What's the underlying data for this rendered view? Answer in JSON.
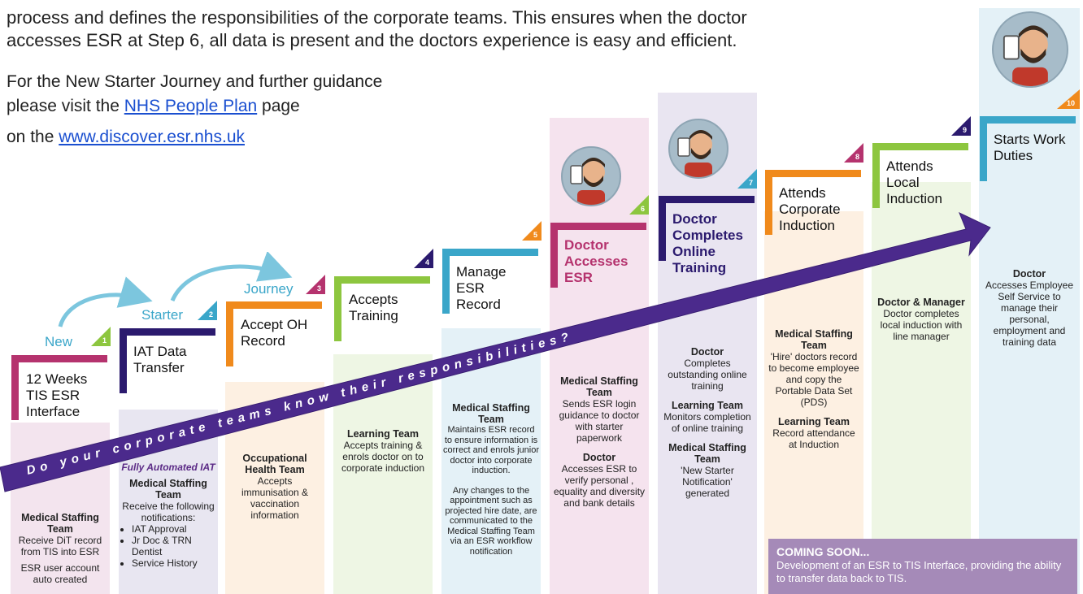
{
  "intro": {
    "line1": "process and defines the responsibilities of the corporate teams. This ensures when the doctor",
    "line2": "accesses ESR at Step 6, all data is present and the doctors experience is easy and efficient.",
    "line3": "For the New Starter Journey and further guidance",
    "line4_pre": "please visit the ",
    "link1": "NHS People Plan",
    "line4_post": " page",
    "line5_pre": "on the ",
    "link2": "www.discover.esr.nhs.uk"
  },
  "journey": {
    "w1": "New",
    "w2": "Starter",
    "w3": "Journey"
  },
  "banner": "Do your corporate teams know their responsibilities?",
  "colors": {
    "pink": "#b5336e",
    "navy": "#2b1a6e",
    "orange": "#f08a1c",
    "green": "#8dc63f",
    "teal": "#3aa6c9",
    "purple": "#5b2a86",
    "arrow": "#4b2a8c"
  },
  "steps": [
    {
      "num": "1",
      "title": "12 Weeks TIS ESR Interface",
      "team1": "Medical Staffing Team",
      "text1": "Receive DiT record from TIS into ESR",
      "text2": "ESR user account auto created"
    },
    {
      "num": "2",
      "title": "IAT Data Transfer",
      "note": "Fully Automated IAT",
      "team1": "Medical Staffing Team",
      "text1": "Receive the following notifications:",
      "bullets": [
        "IAT Approval",
        "Jr Doc & TRN Dentist",
        "Service History"
      ]
    },
    {
      "num": "3",
      "title": "Accept OH Record",
      "team1": "Occupational Health Team",
      "text1": "Accepts immunisation & vaccination information"
    },
    {
      "num": "4",
      "title": "Accepts Training",
      "team1": "Learning Team",
      "text1": "Accepts training & enrols doctor on to corporate induction"
    },
    {
      "num": "5",
      "title": "Manage ESR Record",
      "team1": "Medical Staffing Team",
      "text1": "Maintains ESR record to ensure information is correct and enrols junior doctor into corporate induction.",
      "text2": "Any changes to the appointment such as projected hire date, are communicated to the Medical Staffing Team via an ESR workflow notification"
    },
    {
      "num": "6",
      "title": "Doctor Accesses ESR",
      "team1": "Medical Staffing Team",
      "text1": "Sends ESR login guidance to doctor with starter paperwork",
      "team2": "Doctor",
      "text2": "Accesses ESR to verify personal , equality and diversity and bank details"
    },
    {
      "num": "7",
      "title": "Doctor Completes Online Training",
      "team1": "Doctor",
      "text1": "Completes outstanding online training",
      "team2": "Learning Team",
      "text2": "Monitors completion of online training",
      "team3": "Medical Staffing Team",
      "text3": "'New Starter Notification' generated"
    },
    {
      "num": "8",
      "title": "Attends Corporate Induction",
      "team1": "Medical Staffing Team",
      "text1": "'Hire' doctors record to become employee and copy the Portable Data Set (PDS)",
      "team2": "Learning Team",
      "text2": "Record attendance at Induction"
    },
    {
      "num": "9",
      "title": "Attends Local Induction",
      "team1": "Doctor & Manager",
      "text1": "Doctor completes local induction with line manager"
    },
    {
      "num": "10",
      "title": "Starts Work Duties",
      "team1": "Doctor",
      "text1": "Accesses Employee Self Service to manage their personal, employment and training data"
    }
  ],
  "coming_soon": {
    "title": "COMING SOON...",
    "text": "Development of an ESR to TIS Interface, providing the ability to transfer data back to TIS."
  }
}
